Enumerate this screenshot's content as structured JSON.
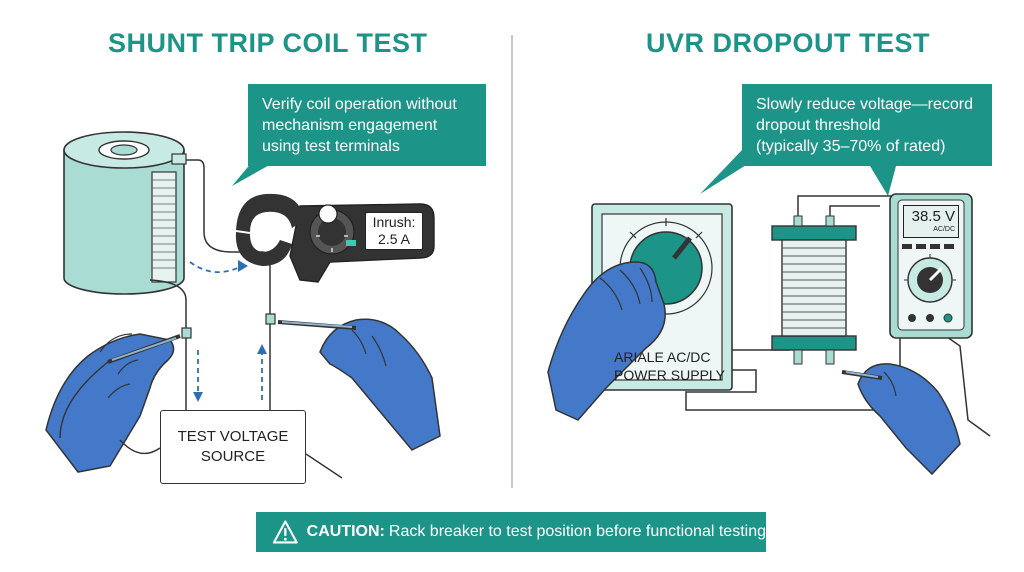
{
  "left_panel": {
    "title": "SHUNT TRIP COIL TEST",
    "callout": {
      "lines": [
        "Verify coil operation without",
        "mechanism engagement",
        "using test terminals"
      ]
    },
    "clamp_meter": {
      "readout": [
        "Inrush:",
        "2.5 A"
      ]
    },
    "test_source": {
      "lines": [
        "TEST VOLTAGE",
        "SOURCE"
      ]
    }
  },
  "right_panel": {
    "title": "UVR DROPOUT TEST",
    "callout": {
      "lines": [
        "Slowly reduce voltage—record",
        "dropout threshold",
        "(typically 35–70% of rated)"
      ]
    },
    "power_supply": {
      "lines": [
        "ARIALE AC/DC",
        "POWER SUPPLY"
      ]
    },
    "multimeter": {
      "value": "38.5 V",
      "mode": "AC/DC"
    }
  },
  "caution": {
    "label": "CAUTION:",
    "text": "Rack breaker to test position before functional testing"
  },
  "colors": {
    "teal": "#1d9488",
    "light_teal": "#a9ddd4",
    "glove_blue": "#4479c9",
    "dark": "#333333"
  },
  "icons": [
    "warning-icon",
    "coil-icon",
    "clamp-meter-icon",
    "multimeter-icon",
    "glove-icon",
    "probe-icon",
    "transformer-icon",
    "knob-icon"
  ]
}
